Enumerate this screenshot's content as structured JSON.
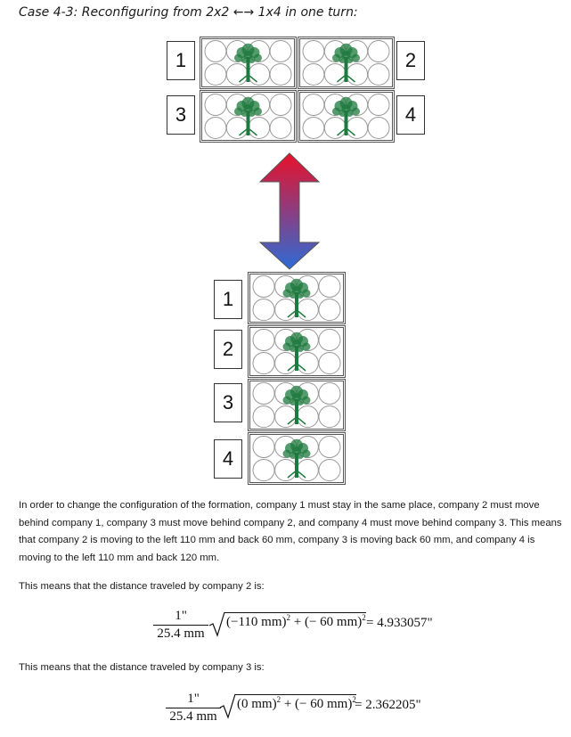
{
  "heading": "Case 4-3: Reconfiguring from 2x2 ←→ 1x4 in one turn:",
  "grid_2x2": {
    "labels": [
      "1",
      "2",
      "3",
      "4"
    ]
  },
  "column_1x4": {
    "labels": [
      "1",
      "2",
      "3",
      "4"
    ]
  },
  "arrow": {
    "top_color": "#e8112a",
    "bottom_color": "#2e6bd6"
  },
  "tree_color": "#1d7a3e",
  "paragraphs": {
    "intro": "In order to change the configuration of the formation, company 1 must stay in the same place, company 2 must move behind company 1, company 3 must move behind company 2, and company 4 must move behind company 3. This means that company 2 is moving to the left 110 mm and back 60 mm, company 3 is moving back 60 mm, and company 4 is moving to the left 110 mm and back 120 mm.",
    "company2_lead": "This means that the distance traveled by company 2 is:",
    "company3_lead": "This means that the distance traveled by company 3 is:"
  },
  "equations": {
    "eq1": {
      "numerator": "1\"",
      "denominator": "25.4 mm",
      "term_a": "(−110 mm)",
      "term_b": "(− 60 mm)",
      "exponent": "2",
      "plus": "+",
      "result": "= 4.933057\""
    },
    "eq2": {
      "numerator": "1\"",
      "denominator": "25.4 mm",
      "term_a": "(0 mm)",
      "term_b": "(− 60 mm)",
      "exponent": "2",
      "plus": "+",
      "result": "= 2.362205\""
    }
  }
}
